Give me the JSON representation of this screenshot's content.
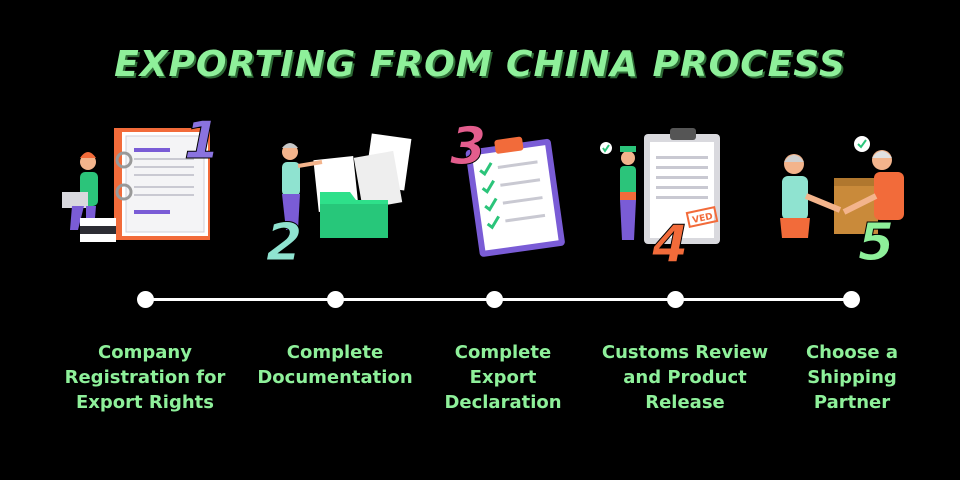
{
  "title": "EXPORTING FROM CHINA PROCESS",
  "steps": [
    {
      "number": "1",
      "label": "Company Registration for Export Rights"
    },
    {
      "number": "2",
      "label": "Complete Documentation"
    },
    {
      "number": "3",
      "label": "Complete Export Declaration"
    },
    {
      "number": "4",
      "label": "Customs Review and Product Release"
    },
    {
      "number": "5",
      "label": "Choose a Shipping Partner"
    }
  ],
  "stamp_text": "VED",
  "colors": {
    "background": "#000000",
    "accent_green": "#8ef09a",
    "orange": "#f26b3a",
    "purple": "#7a5cd6",
    "pink": "#e35d8d",
    "teal": "#8fe3d0",
    "white": "#ffffff"
  }
}
